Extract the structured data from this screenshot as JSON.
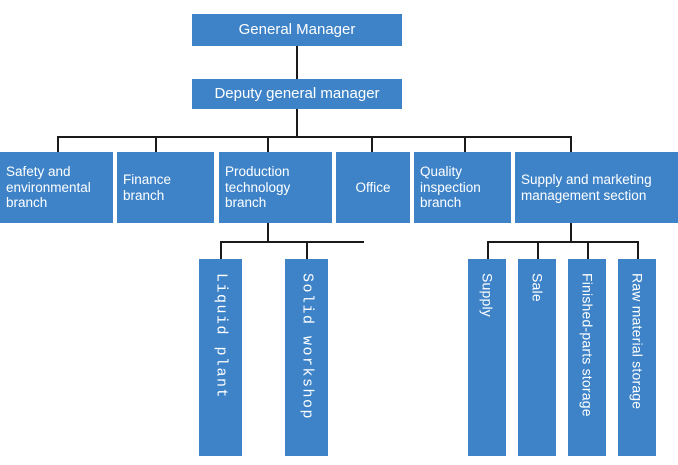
{
  "chart_data": {
    "type": "diagram",
    "diagram_type": "organizational-chart",
    "title": "",
    "orientation": "top-down",
    "node_color": "#3E83C8",
    "text_color": "#FFFFFF",
    "connector_color": "#1A1A1A",
    "background": "#FFFFFF",
    "levels": 4
  },
  "nodes": {
    "general_manager": {
      "label": "General Manager"
    },
    "deputy_general_manager": {
      "label": "Deputy general manager"
    },
    "departments": [
      {
        "label": "Safety and environmental branch"
      },
      {
        "label": "Finance branch"
      },
      {
        "label": "Production technology branch"
      },
      {
        "label": "Office"
      },
      {
        "label": "Quality inspection branch"
      },
      {
        "label": "Supply and marketing management section"
      }
    ],
    "production_children": [
      {
        "label": "Liquid plant"
      },
      {
        "label": "Solid workshop"
      }
    ],
    "supply_marketing_children": [
      {
        "label": "Supply"
      },
      {
        "label": "Sale"
      },
      {
        "label": "Finished-parts storage"
      },
      {
        "label": "Raw material storage"
      }
    ]
  }
}
